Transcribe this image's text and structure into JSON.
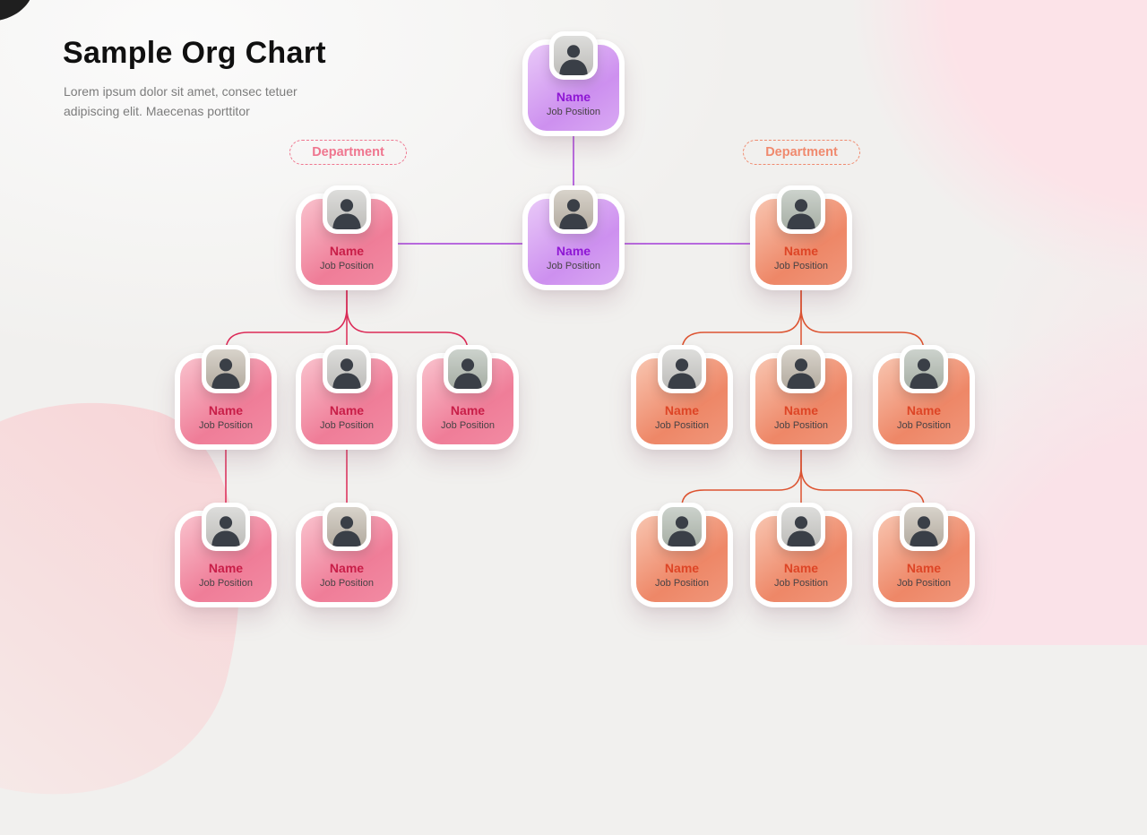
{
  "header": {
    "title": "Sample Org Chart",
    "subtitle_line1": "Lorem ipsum dolor sit amet, consec tetuer",
    "subtitle_line2": "adipiscing elit. Maecenas porttitor"
  },
  "departments": {
    "left": {
      "label": "Department"
    },
    "right": {
      "label": "Department"
    }
  },
  "org": {
    "nodes": [
      {
        "name": "Name",
        "position": "Job Position",
        "level": 1,
        "department": "none",
        "theme": "purple"
      },
      {
        "name": "Name",
        "position": "Job Position",
        "level": 2,
        "department": "none",
        "theme": "purple"
      },
      {
        "name": "Name",
        "position": "Job Position",
        "level": 2,
        "department": "left",
        "theme": "pink"
      },
      {
        "name": "Name",
        "position": "Job Position",
        "level": 2,
        "department": "right",
        "theme": "salmon"
      },
      {
        "name": "Name",
        "position": "Job Position",
        "level": 3,
        "department": "left",
        "theme": "pink"
      },
      {
        "name": "Name",
        "position": "Job Position",
        "level": 3,
        "department": "left",
        "theme": "pink"
      },
      {
        "name": "Name",
        "position": "Job Position",
        "level": 3,
        "department": "left",
        "theme": "pink"
      },
      {
        "name": "Name",
        "position": "Job Position",
        "level": 3,
        "department": "right",
        "theme": "salmon"
      },
      {
        "name": "Name",
        "position": "Job Position",
        "level": 3,
        "department": "right",
        "theme": "salmon"
      },
      {
        "name": "Name",
        "position": "Job Position",
        "level": 3,
        "department": "right",
        "theme": "salmon"
      },
      {
        "name": "Name",
        "position": "Job Position",
        "level": 4,
        "department": "left",
        "theme": "pink"
      },
      {
        "name": "Name",
        "position": "Job Position",
        "level": 4,
        "department": "left",
        "theme": "pink"
      },
      {
        "name": "Name",
        "position": "Job Position",
        "level": 4,
        "department": "right",
        "theme": "salmon"
      },
      {
        "name": "Name",
        "position": "Job Position",
        "level": 4,
        "department": "right",
        "theme": "salmon"
      },
      {
        "name": "Name",
        "position": "Job Position",
        "level": 4,
        "department": "right",
        "theme": "salmon"
      }
    ]
  },
  "icons": {
    "avatar": "person-silhouette"
  },
  "colors": {
    "title": "#101010",
    "subtitle": "#7c7c7c",
    "purple_name": "#8e17d4",
    "pink_name": "#c81e48",
    "salmon_name": "#dd4526",
    "position_text": "#474245",
    "purple_line": "#a43cd8",
    "pink_line": "#dc2a57",
    "salmon_line": "#dd5330",
    "dept_left": "#ef768f",
    "dept_right": "#f08a6e",
    "card_purple_a": "#e9c9f8",
    "card_purple_b": "#cd90ef",
    "card_pink_a": "#f9c2cd",
    "card_pink_b": "#ef7d98",
    "card_salmon_a": "#f8c5b0",
    "card_salmon_b": "#ee8767",
    "blob_pink": "#fce3e8",
    "corner_dark": "#1f1f1f"
  }
}
